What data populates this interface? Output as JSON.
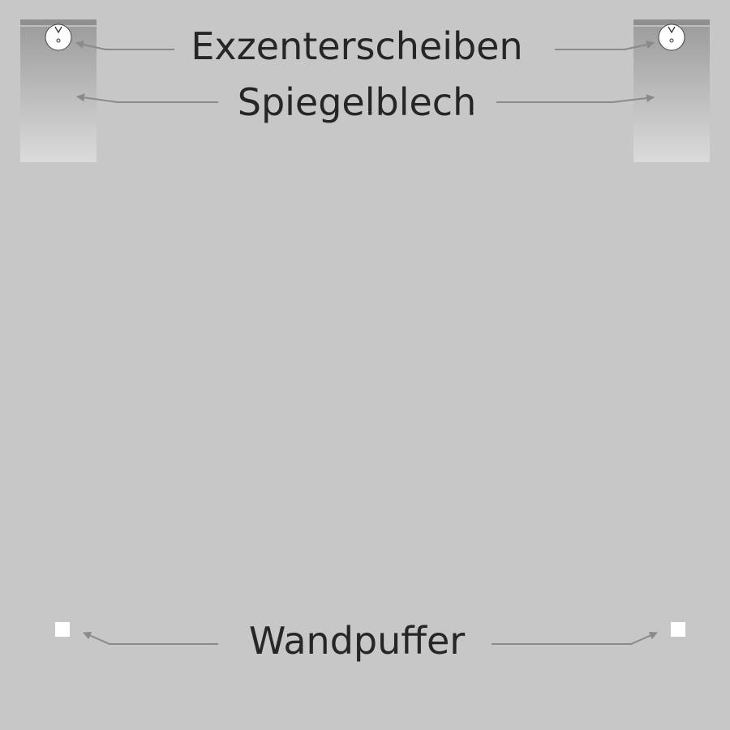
{
  "labels": {
    "exzenterscheiben": "Exzenterscheiben",
    "spiegelblech": "Spiegelblech",
    "wandpuffer": "Wandpuffer"
  },
  "colors": {
    "background": "#c6c7c6",
    "text": "#262626",
    "arrow": "#8a8a8a",
    "plate_top": "#9b9b9b",
    "plate_bottom": "#dadbda",
    "disc": "#ffffff",
    "buffer": "#ffffff"
  }
}
